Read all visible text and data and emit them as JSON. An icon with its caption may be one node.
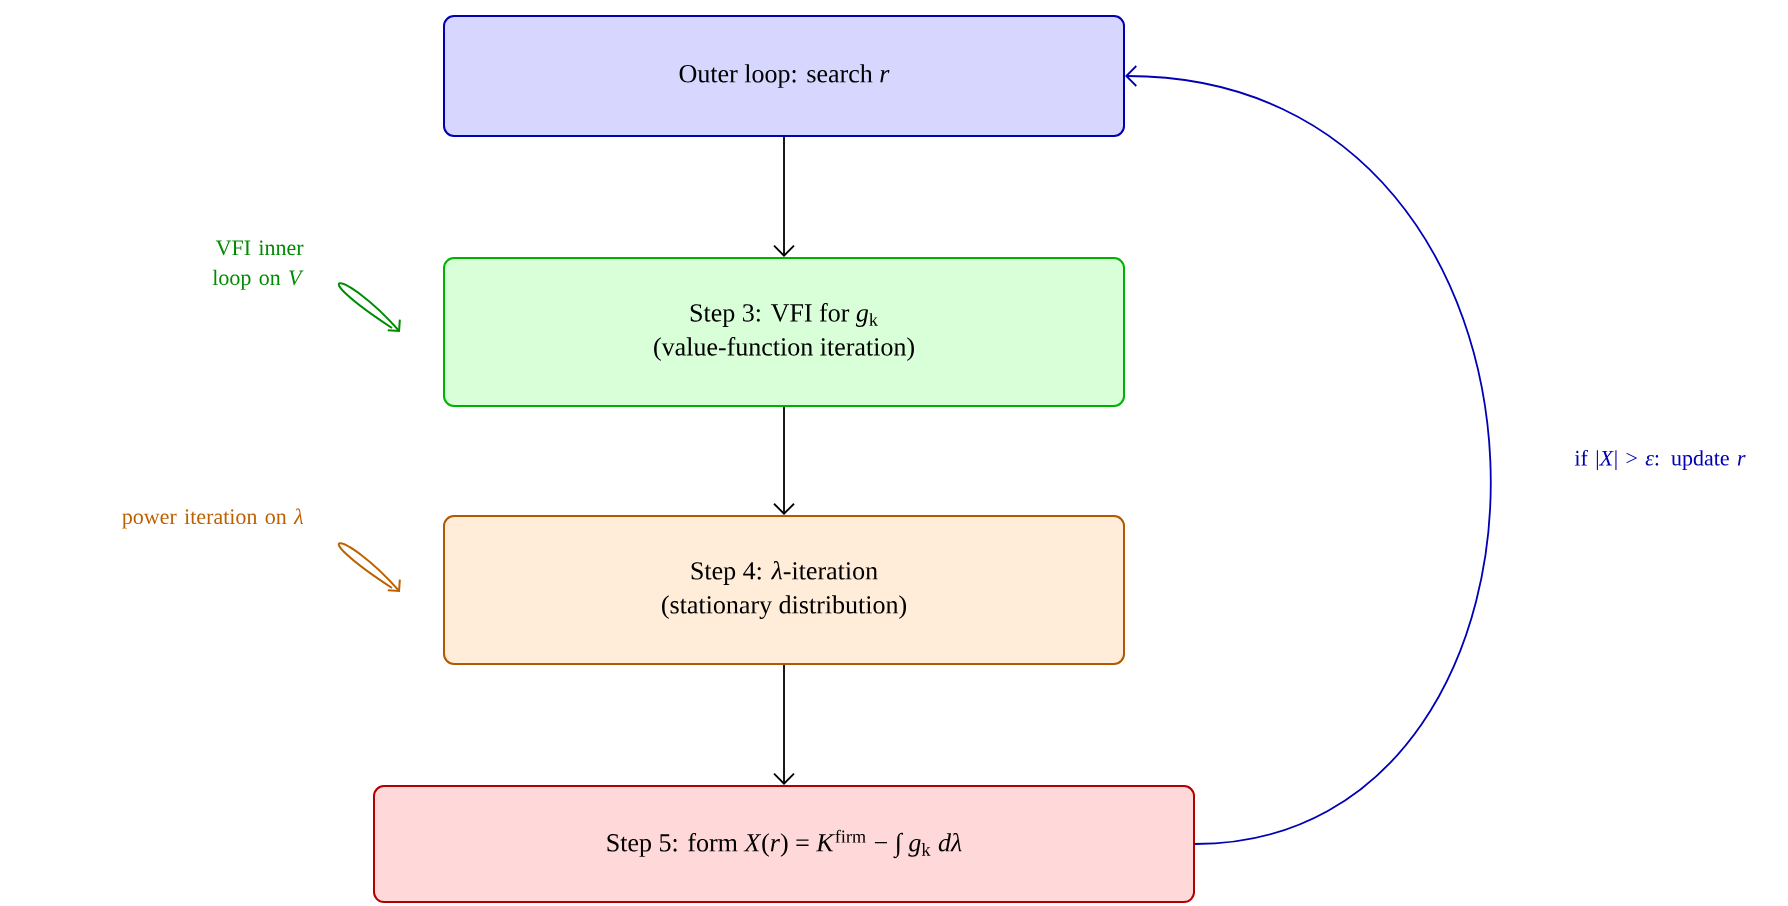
{
  "diagram": {
    "nodes": [
      {
        "text": [
          "Outer loop: search *r*"
        ]
      },
      {
        "text": [
          "Step 3: VFI for *g*$_{k}$",
          "(value-function iteration)"
        ]
      },
      {
        "text": [
          "Step 4: *λ*-iteration",
          "(stationary distribution)"
        ]
      },
      {
        "text": [
          "Step 5: form *X*(*r*) = *K*$^{firm}$ − ∫ *g*$_{k}$ *dλ*"
        ]
      }
    ],
    "labels": [
      "VFI inner loop on *V*",
      "power iteration on *λ*"
    ],
    "edges": [
      {
        "from": 0,
        "to": 1,
        "arrow": "to"
      },
      {
        "from": 1,
        "to": 2,
        "arrow": "to"
      },
      {
        "from": 2,
        "to": 3,
        "arrow": "to"
      },
      {
        "from": 3,
        "to": 0,
        "arrow": "to",
        "label": "if |*X*| > *ε*: update *r*",
        "color": "#0000b4"
      }
    ]
  }
}
